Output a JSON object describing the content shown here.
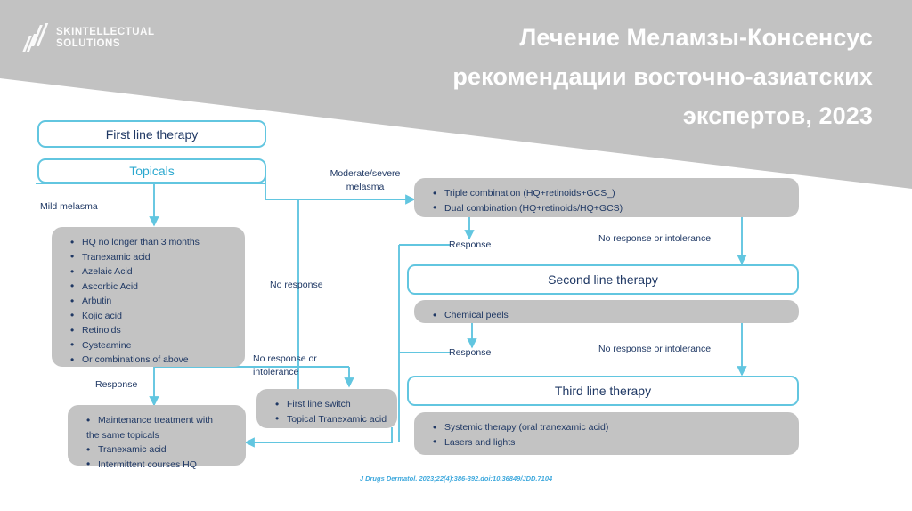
{
  "header": {
    "logo": {
      "line1": "SKINTELLECTUAL",
      "line2": "SOLUTIONS",
      "mark": "double-slash-icon"
    },
    "title_line1": "Лечение Меламзы-Консенсус",
    "title_line2": "рекомендации восточно-азиатских",
    "title_line3": "экспертов, 2023",
    "band_color": "#c2c2c2"
  },
  "colors": {
    "accent_blue": "#62c6e0",
    "accent_text": "#2ba8cf",
    "gray_box": "#c3c3c3",
    "dark_text": "#1f3864",
    "citation_blue": "#3fa9dd"
  },
  "diagram": {
    "first_line_therapy": "First line therapy",
    "topicals": "Topicals",
    "second_line_therapy": "Second line therapy",
    "third_line_therapy": "Third line therapy",
    "mild_melasma_label": "Mild melasma",
    "moderate_severe_label_l1": "Moderate/severe",
    "moderate_severe_label_l2": "melasma",
    "no_response_label": "No response",
    "no_response_or_label_l1": "No response or",
    "no_response_or_label_l2": "intolerance",
    "no_response_or_intolerance_1": "No response or intolerance",
    "no_response_or_intolerance_2": "No response or intolerance",
    "response_label_left": "Response",
    "response_label_mid": "Response",
    "response_label_low": "Response",
    "topicals_list": [
      "HQ no longer than 3 months",
      "Tranexamic acid",
      "Azelaic Acid",
      "Ascorbic Acid",
      "Arbutin",
      "Kojic acid",
      "Retinoids",
      "Cysteamine",
      "Or combinations of above"
    ],
    "combination_list": [
      "Triple combination (HQ+retinoids+GCS_)",
      "Dual combination (HQ+retinoids/HQ+GCS)"
    ],
    "switch_list": [
      "First line switch",
      "Topical Tranexamic acid"
    ],
    "maintenance_list_first": "Maintenance treatment with",
    "maintenance_list_first_cont": "the same topicals",
    "maintenance_list_rest": [
      "Tranexamic acid",
      "Intermittent courses HQ"
    ],
    "chemical_peels_list": [
      "Chemical peels"
    ],
    "third_line_list": [
      "Systemic therapy (oral tranexamic acid)",
      "Lasers and lights"
    ]
  },
  "citation": "J Drugs Dermatol. 2023;22(4):386-392.doi:10.36849/JDD.7104"
}
